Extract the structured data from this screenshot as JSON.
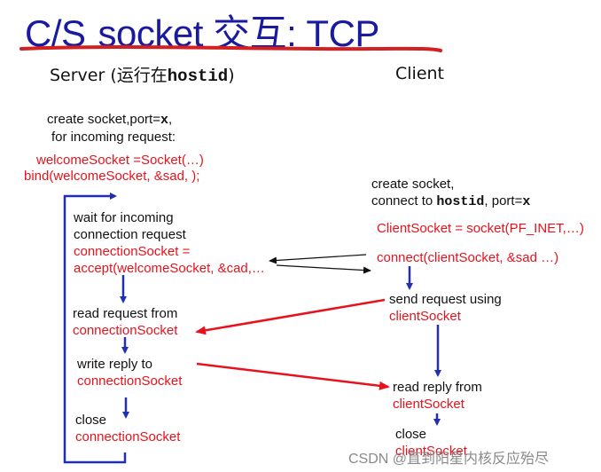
{
  "title": {
    "prefix": "C/S",
    "main": "socket 交互: TCP"
  },
  "headers": {
    "server_prefix": "Server (运行在",
    "server_code": "hostid",
    "server_suffix": ")",
    "client": "Client"
  },
  "server": {
    "create_line1_prefix": "create socket,port=",
    "create_line1_code": "x",
    "create_line1_suffix": ",",
    "create_line2": "for incoming request:",
    "welcome_line1": "welcomeSocket =Socket(…)",
    "welcome_line2": "bind(welcomeSocket, &sad, );",
    "wait_line1": "wait for incoming",
    "wait_line2": "connection request",
    "wait_line3": "connectionSocket =",
    "wait_line4": "accept(welcomeSocket, &cad,…",
    "read_line1": "read request from",
    "read_line2": "connectionSocket",
    "write_line1": "write reply to",
    "write_line2": "connectionSocket",
    "close_line1": "close",
    "close_line2": "connectionSocket"
  },
  "client": {
    "create_line1": "create socket,",
    "create_line2_prefix": "connect to ",
    "create_line2_code": "hostid",
    "create_line2_mid": ", port=",
    "create_line2_code2": "x",
    "socket_line": "ClientSocket = socket(PF_INET,…)",
    "connect_line": "connect(clientSocket, &sad …)",
    "send_line1": "send request using",
    "send_line2": "clientSocket",
    "readreply_line1": "read reply from",
    "readreply_line2": "clientSocket",
    "close_line1": "close",
    "close_line2": "clientSocket"
  },
  "watermark": "CSDN @直到阳星内核反应殆尽",
  "colors": {
    "title": "#1a1aa0",
    "underline": "#d42020",
    "flow": "#2030b0",
    "red": "#e8121c"
  }
}
